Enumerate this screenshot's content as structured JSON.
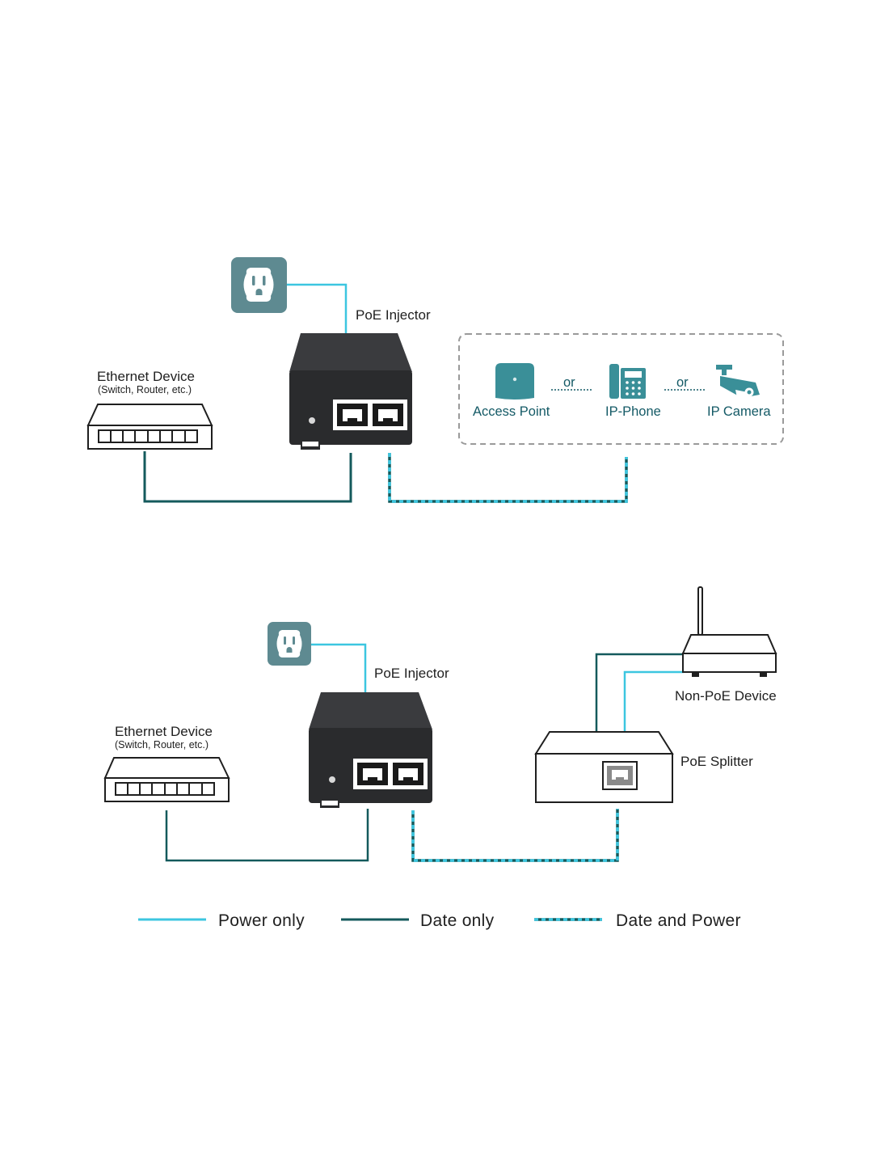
{
  "colors": {
    "power_only": "#3cc6e0",
    "data_only": "#145a5c",
    "data_and_power": "#1d8fa3",
    "outlet_bg": "#5e8a91",
    "device_teal": "#3a8f98",
    "injector_body": "#2a2b2d",
    "dashed_box": "#9a9a9a"
  },
  "top": {
    "injector_label": "PoE Injector",
    "ethernet_label": "Ethernet Device",
    "ethernet_sub": "(Switch, Router, etc.)",
    "or_1": "or",
    "or_2": "or",
    "access_point_label": "Access Point",
    "ip_phone_label": "IP-Phone",
    "ip_camera_label": "IP Camera"
  },
  "bottom": {
    "injector_label": "PoE Injector",
    "ethernet_label": "Ethernet Device",
    "ethernet_sub": "(Switch, Router, etc.)",
    "non_poe_label": "Non-PoE Device",
    "splitter_label": "PoE Splitter"
  },
  "legend": {
    "power_only": "Power only",
    "data_only": "Date only",
    "data_and_power": "Date and Power"
  }
}
